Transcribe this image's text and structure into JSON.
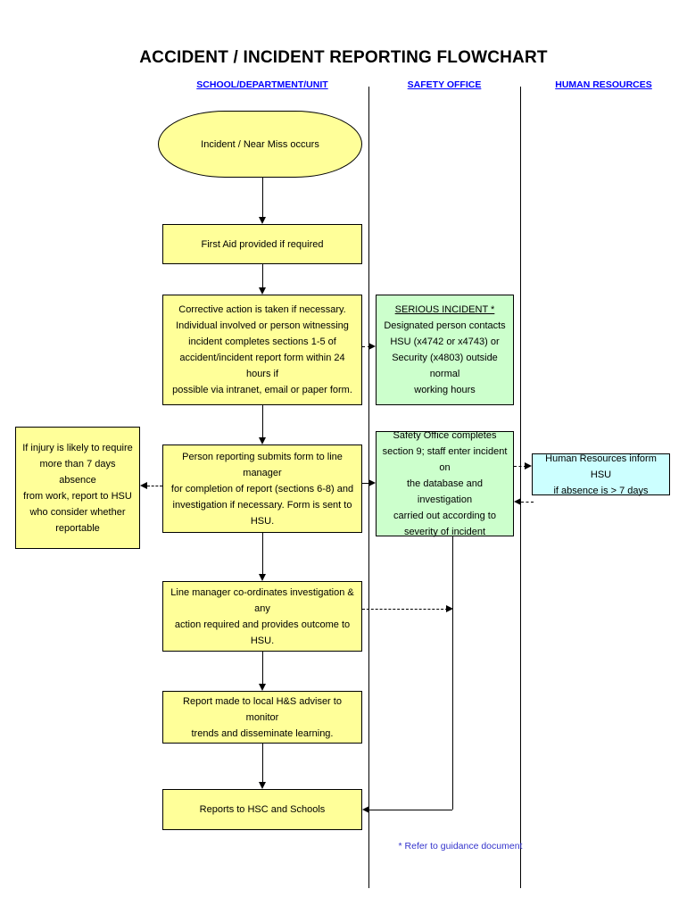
{
  "title": "ACCIDENT / INCIDENT REPORTING FLOWCHART",
  "lanes": [
    {
      "id": "school",
      "label": "SCHOOL/DEPARTMENT/UNIT"
    },
    {
      "id": "safety",
      "label": "SAFETY OFFICE"
    },
    {
      "id": "hr",
      "label": "HUMAN RESOURCES"
    }
  ],
  "colors": {
    "yellow": "#ffff99",
    "green": "#ccffcc",
    "blue": "#ccffff",
    "heading_blue": "#0000ff",
    "footnote_blue": "#3333cc",
    "border": "#000000",
    "background": "#ffffff"
  },
  "nodes": {
    "incident": {
      "lane": "school",
      "shape": "terminal",
      "fill": "yellow",
      "lines": [
        "Incident / Near Miss occurs"
      ]
    },
    "first_aid": {
      "lane": "school",
      "shape": "process",
      "fill": "yellow",
      "lines": [
        "First Aid provided if required"
      ]
    },
    "corrective": {
      "lane": "school",
      "shape": "process",
      "fill": "yellow",
      "lines": [
        "Corrective action is taken if necessary.",
        "Individual involved or person witnessing",
        "incident completes sections 1-5 of",
        "accident/incident report form within 24 hours if",
        "possible via intranet, email or paper form."
      ]
    },
    "serious": {
      "lane": "safety",
      "shape": "process",
      "fill": "green",
      "heading": "SERIOUS INCIDENT *",
      "lines": [
        "Designated person contacts",
        "HSU (x4742 or x4743) or",
        "Security (x4803) outside normal",
        "working hours"
      ]
    },
    "injury_7days": {
      "lane": "school",
      "shape": "process",
      "fill": "yellow",
      "lines": [
        "If injury is likely to require",
        "more than 7 days absence",
        "from work, report to HSU",
        "who consider whether",
        "reportable"
      ]
    },
    "submits_form": {
      "lane": "school",
      "shape": "process",
      "fill": "yellow",
      "lines": [
        "Person reporting submits form to line manager",
        "for completion of report (sections 6-8) and",
        "investigation if necessary.  Form is sent to",
        "HSU."
      ]
    },
    "safety_office": {
      "lane": "safety",
      "shape": "process",
      "fill": "green",
      "lines": [
        "Safety Office completes",
        "section 9; staff enter incident on",
        "the database and investigation",
        "carried out according to",
        "severity of incident"
      ]
    },
    "hr_inform": {
      "lane": "hr",
      "shape": "process",
      "fill": "blue",
      "lines": [
        "Human Resources inform HSU",
        "if absence is > 7 days"
      ]
    },
    "line_manager": {
      "lane": "school",
      "shape": "process",
      "fill": "yellow",
      "lines": [
        "Line manager co-ordinates investigation & any",
        "action required and provides outcome to HSU."
      ]
    },
    "hs_adviser": {
      "lane": "school",
      "shape": "process",
      "fill": "yellow",
      "lines": [
        "Report made to local H&S adviser to monitor",
        "trends and disseminate learning."
      ]
    },
    "reports_hsc": {
      "lane": "school",
      "shape": "process",
      "fill": "yellow",
      "lines": [
        "Reports to HSC and Schools"
      ]
    }
  },
  "connectors": [
    {
      "from": "incident",
      "to": "first_aid",
      "style": "solid",
      "direction": "down"
    },
    {
      "from": "first_aid",
      "to": "corrective",
      "style": "solid",
      "direction": "down"
    },
    {
      "from": "corrective",
      "to": "serious",
      "style": "dashed",
      "direction": "right"
    },
    {
      "from": "corrective",
      "to": "submits_form",
      "style": "solid",
      "direction": "down"
    },
    {
      "from": "submits_form",
      "to": "injury_7days",
      "style": "dashed",
      "direction": "left"
    },
    {
      "from": "submits_form",
      "to": "safety_office",
      "style": "solid",
      "direction": "right"
    },
    {
      "from": "safety_office",
      "to": "hr_inform",
      "style": "dashed",
      "direction": "right"
    },
    {
      "from": "hr_inform",
      "to": "safety_office",
      "style": "dashed",
      "direction": "left"
    },
    {
      "from": "submits_form",
      "to": "line_manager",
      "style": "solid",
      "direction": "down"
    },
    {
      "from": "line_manager",
      "to": "safety_office_column",
      "style": "dashed",
      "direction": "right"
    },
    {
      "from": "line_manager",
      "to": "hs_adviser",
      "style": "solid",
      "direction": "down"
    },
    {
      "from": "hs_adviser",
      "to": "reports_hsc",
      "style": "solid",
      "direction": "down"
    },
    {
      "from": "safety_office",
      "to": "reports_hsc",
      "style": "solid",
      "direction": "left"
    }
  ],
  "footnote": "* Refer to guidance document"
}
